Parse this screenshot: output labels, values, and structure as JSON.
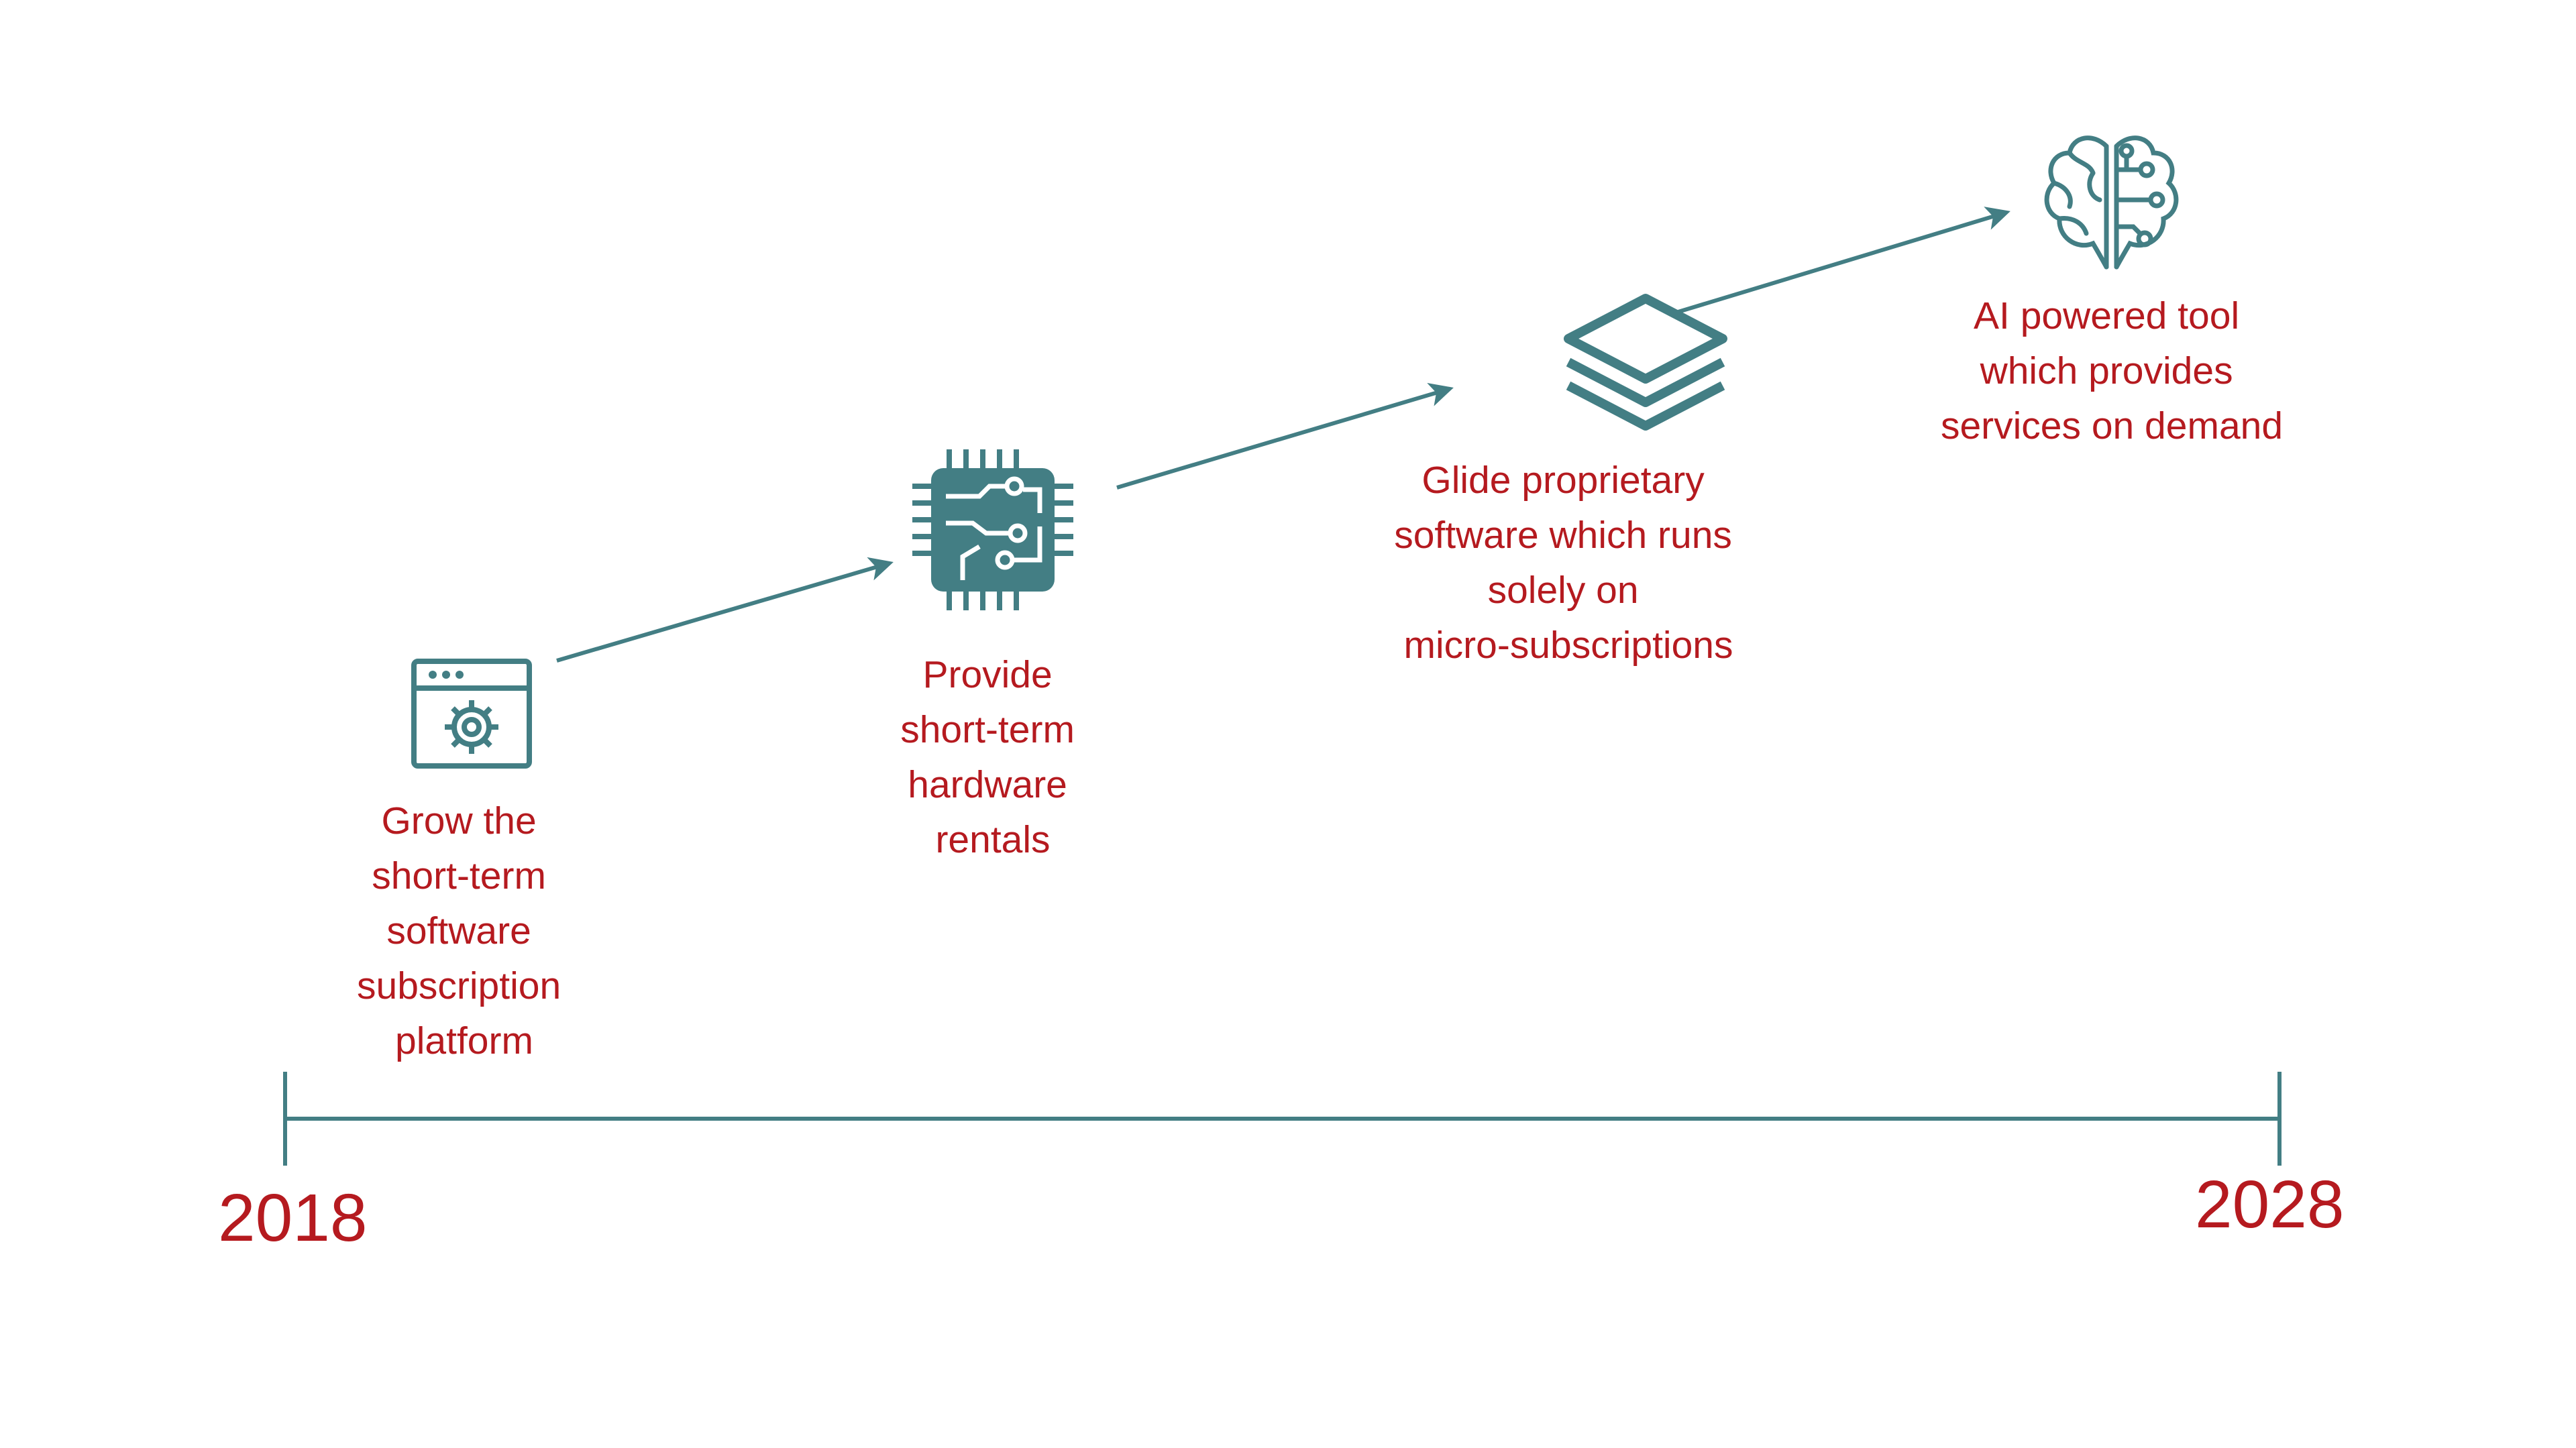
{
  "colors": {
    "accent": "#437e84",
    "text": "#b51a1f",
    "background": "#ffffff"
  },
  "timeline": {
    "start_year": "2018",
    "end_year": "2028"
  },
  "steps": [
    {
      "icon": "settings-window-icon",
      "lines": [
        "Grow the",
        "short-term",
        "software",
        "subscription",
        "platform"
      ]
    },
    {
      "icon": "circuit-chip-icon",
      "lines": [
        "Provide",
        "short-term",
        "hardware",
        "rentals"
      ]
    },
    {
      "icon": "layers-stack-icon",
      "lines": [
        "Glide proprietary",
        "software which runs",
        "solely on",
        "micro-subscriptions"
      ]
    },
    {
      "icon": "ai-brain-icon",
      "lines": [
        "AI powered tool",
        "which provides",
        "services on demand"
      ]
    }
  ]
}
